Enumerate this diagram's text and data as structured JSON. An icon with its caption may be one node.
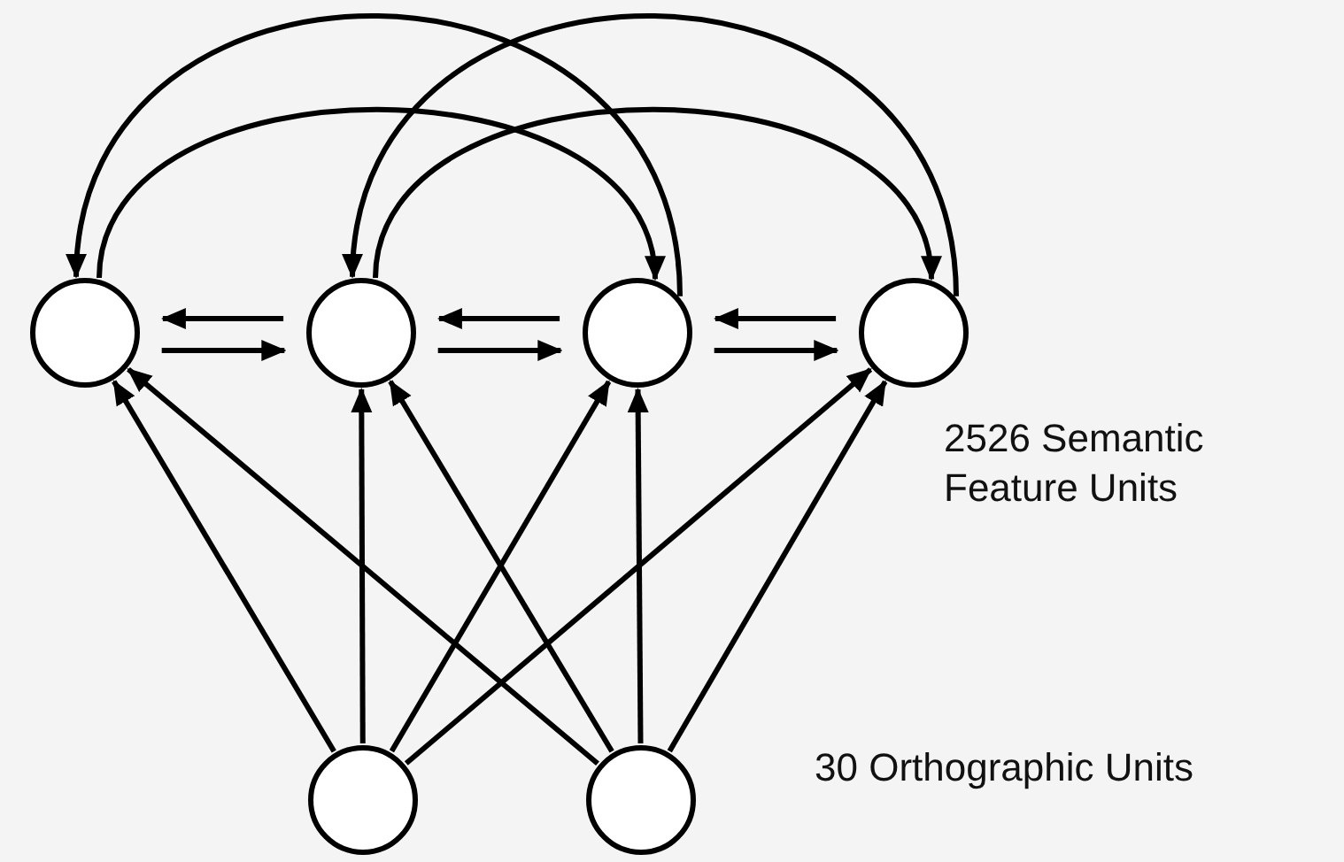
{
  "diagram": {
    "nodes": [
      {
        "text": [],
        "shape": "circle"
      },
      {
        "text": [],
        "shape": "circle"
      },
      {
        "text": [],
        "shape": "circle"
      },
      {
        "text": [],
        "shape": "circle"
      },
      {
        "text": [],
        "shape": "circle"
      },
      {
        "text": [],
        "shape": "circle"
      }
    ],
    "edges": [
      {
        "from": 2,
        "to": 0,
        "arrow": "to"
      },
      {
        "from": 0,
        "to": 2,
        "arrow": "to"
      },
      {
        "from": 3,
        "to": 1,
        "arrow": "to"
      },
      {
        "from": 1,
        "to": 3,
        "arrow": "to"
      },
      {
        "from": 1,
        "to": 0,
        "arrow": "to"
      },
      {
        "from": 0,
        "to": 1,
        "arrow": "to"
      },
      {
        "from": 2,
        "to": 1,
        "arrow": "to"
      },
      {
        "from": 1,
        "to": 2,
        "arrow": "to"
      },
      {
        "from": 3,
        "to": 2,
        "arrow": "to"
      },
      {
        "from": 2,
        "to": 3,
        "arrow": "to"
      },
      {
        "from": 4,
        "to": 0,
        "arrow": "to"
      },
      {
        "from": 4,
        "to": 1,
        "arrow": "to"
      },
      {
        "from": 4,
        "to": 2,
        "arrow": "to"
      },
      {
        "from": 4,
        "to": 3,
        "arrow": "to"
      },
      {
        "from": 5,
        "to": 0,
        "arrow": "to"
      },
      {
        "from": 5,
        "to": 1,
        "arrow": "to"
      },
      {
        "from": 5,
        "to": 2,
        "arrow": "to"
      },
      {
        "from": 5,
        "to": 3,
        "arrow": "to"
      }
    ],
    "labels": [
      "2526 Semantic Feature Units",
      "30 Orthographic Units"
    ]
  }
}
